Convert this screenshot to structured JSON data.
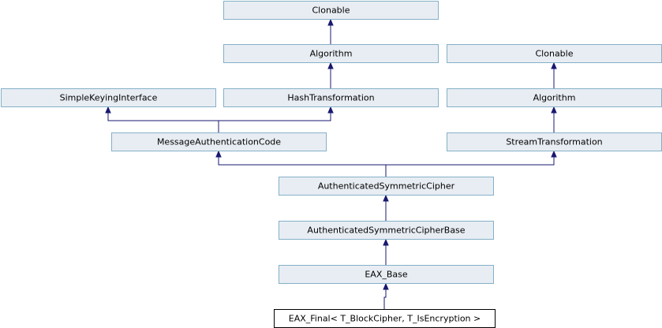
{
  "diagram": {
    "nodes": [
      {
        "id": "clonable-1",
        "label": "Clonable",
        "current": false
      },
      {
        "id": "algorithm-1",
        "label": "Algorithm",
        "current": false
      },
      {
        "id": "clonable-2",
        "label": "Clonable",
        "current": false
      },
      {
        "id": "simple-keying-interface",
        "label": "SimpleKeyingInterface",
        "current": false
      },
      {
        "id": "hash-transformation",
        "label": "HashTransformation",
        "current": false
      },
      {
        "id": "algorithm-2",
        "label": "Algorithm",
        "current": false
      },
      {
        "id": "message-authentication-code",
        "label": "MessageAuthenticationCode",
        "current": false
      },
      {
        "id": "stream-transformation",
        "label": "StreamTransformation",
        "current": false
      },
      {
        "id": "authenticated-symmetric-cipher",
        "label": "AuthenticatedSymmetricCipher",
        "current": false
      },
      {
        "id": "authenticated-symmetric-cipher-base",
        "label": "AuthenticatedSymmetricCipherBase",
        "current": false
      },
      {
        "id": "eax-base",
        "label": "EAX_Base",
        "current": false
      },
      {
        "id": "eax-final",
        "label": "EAX_Final< T_BlockCipher, T_IsEncryption >",
        "current": true
      }
    ],
    "edges": [
      {
        "from": "algorithm-1",
        "to": "clonable-1"
      },
      {
        "from": "hash-transformation",
        "to": "algorithm-1"
      },
      {
        "from": "algorithm-2",
        "to": "clonable-2"
      },
      {
        "from": "message-authentication-code",
        "to": "simple-keying-interface"
      },
      {
        "from": "message-authentication-code",
        "to": "hash-transformation"
      },
      {
        "from": "stream-transformation",
        "to": "algorithm-2"
      },
      {
        "from": "authenticated-symmetric-cipher",
        "to": "message-authentication-code"
      },
      {
        "from": "authenticated-symmetric-cipher",
        "to": "stream-transformation"
      },
      {
        "from": "authenticated-symmetric-cipher-base",
        "to": "authenticated-symmetric-cipher"
      },
      {
        "from": "eax-base",
        "to": "authenticated-symmetric-cipher-base"
      },
      {
        "from": "eax-final",
        "to": "eax-base"
      }
    ]
  }
}
